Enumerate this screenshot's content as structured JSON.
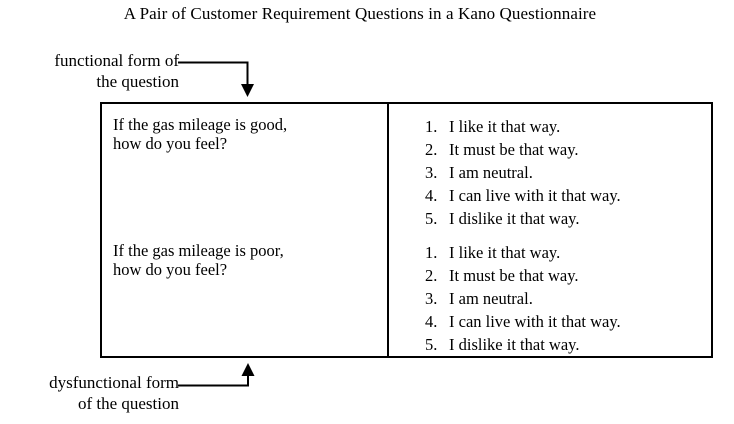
{
  "title": "A Pair of Customer Requirement Questions in a Kano Questionnaire",
  "callouts": {
    "functional": {
      "line1": "functional form of",
      "line2": "the question"
    },
    "dysfunctional": {
      "line1": "dysfunctional form",
      "line2": "of the question"
    }
  },
  "colors": {
    "ink": "#000000",
    "background": "#ffffff",
    "rule": "#000000"
  },
  "table": {
    "rows": [
      {
        "question": {
          "line1": "If the gas mileage is good,",
          "line2": "how do you feel?"
        },
        "answers": [
          {
            "num": "1.",
            "text": "I like it that way."
          },
          {
            "num": "2.",
            "text": "It must be that way."
          },
          {
            "num": "3.",
            "text": "I am neutral."
          },
          {
            "num": "4.",
            "text": "I can live with it that way."
          },
          {
            "num": "5.",
            "text": "I dislike it that way."
          }
        ]
      },
      {
        "question": {
          "line1": "If the gas mileage is poor,",
          "line2": "how do you feel?"
        },
        "answers": [
          {
            "num": "1.",
            "text": "I like it that way."
          },
          {
            "num": "2.",
            "text": "It must be that way."
          },
          {
            "num": "3.",
            "text": "I am neutral."
          },
          {
            "num": "4.",
            "text": "I can live with it that way."
          },
          {
            "num": "5.",
            "text": "I dislike it that way."
          }
        ]
      }
    ]
  }
}
